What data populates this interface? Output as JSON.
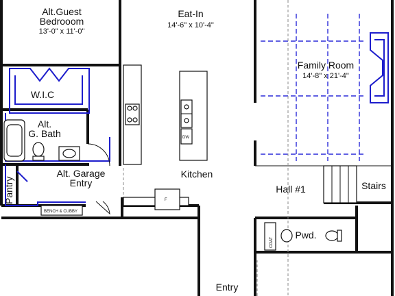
{
  "rooms": {
    "guest_bedroom": {
      "name_line1": "Alt.Guest",
      "name_line2": "Bedrooom",
      "dims": "13'-0\" x 11'-0\""
    },
    "eat_in": {
      "name": "Eat-In",
      "dims": "14'-6\" x 10'-4\""
    },
    "family_room": {
      "name": "Family Room",
      "dims": "14'-8\" x 21'-4\""
    },
    "wic": {
      "name": "W.I.C"
    },
    "guest_bath": {
      "name_line1": "Alt.",
      "name_line2": "G. Bath"
    },
    "garage_entry": {
      "name_line1": "Alt. Garage",
      "name_line2": "Entry"
    },
    "pantry": {
      "name": "Pantry"
    },
    "kitchen": {
      "name": "Kitchen"
    },
    "hall": {
      "name": "Hall #1"
    },
    "stairs": {
      "name": "Stairs"
    },
    "powder": {
      "name": "Pwd."
    },
    "entry": {
      "name": "Entry"
    }
  },
  "fixtures": {
    "dishwasher": "DW",
    "fridge": "F",
    "coat": "COAT",
    "bench": "BENCH & CUBBY"
  },
  "colors": {
    "wall": "#111111",
    "blue_outline": "#1d1dcc",
    "background": "#ffffff"
  }
}
